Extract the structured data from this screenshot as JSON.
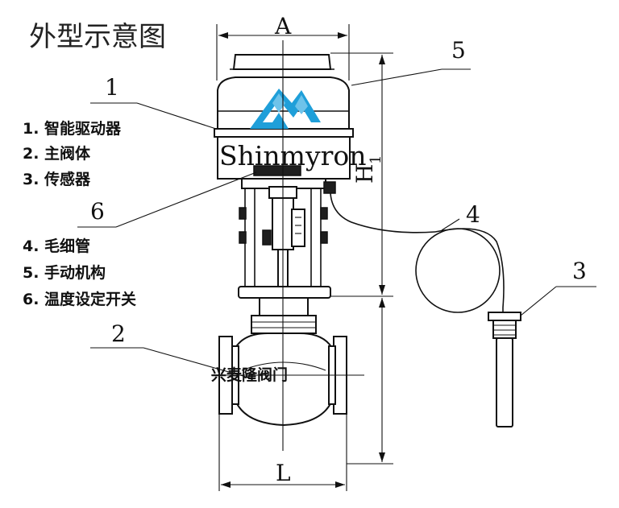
{
  "title": "外型示意图",
  "brand": "Shinmyron",
  "caption_cn": "兴麦隆阀门",
  "dimensions": {
    "a": "A",
    "l": "L",
    "h1": "H",
    "h1_sub": "1"
  },
  "callouts": {
    "c1": "1",
    "c2": "2",
    "c3": "3",
    "c4": "4",
    "c5": "5",
    "c6": "6"
  },
  "legend": [
    "1. 智能驱动器",
    "2. 主阀体",
    "3. 传感器",
    "4. 毛细管",
    "5. 手动机构",
    "6. 温度设定开关"
  ],
  "colors": {
    "logo_primary": "#1f9fd9",
    "logo_secondary": "#6ec3ea",
    "line": "#111111"
  }
}
